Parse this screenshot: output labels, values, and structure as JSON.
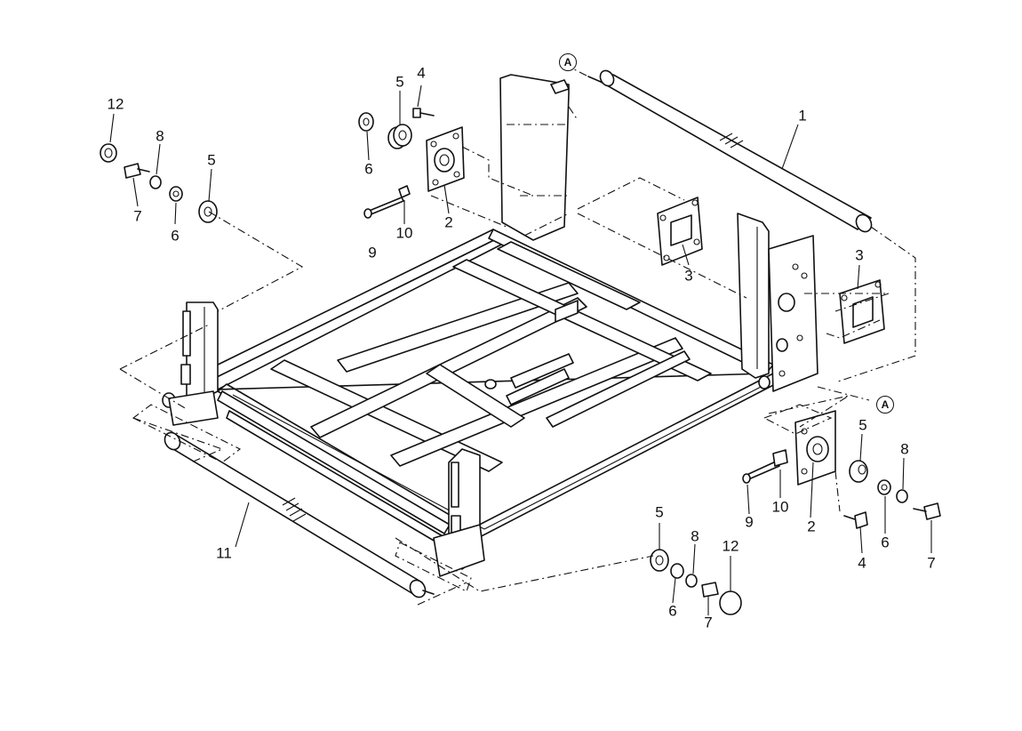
{
  "labels": {
    "reference": "A",
    "part_1": "1",
    "part_2": "2",
    "part_3": "3",
    "part_4": "4",
    "part_5": "5",
    "part_6": "6",
    "part_7": "7",
    "part_8": "8",
    "part_9": "9",
    "part_10": "10",
    "part_11": "11",
    "part_12": "12"
  }
}
